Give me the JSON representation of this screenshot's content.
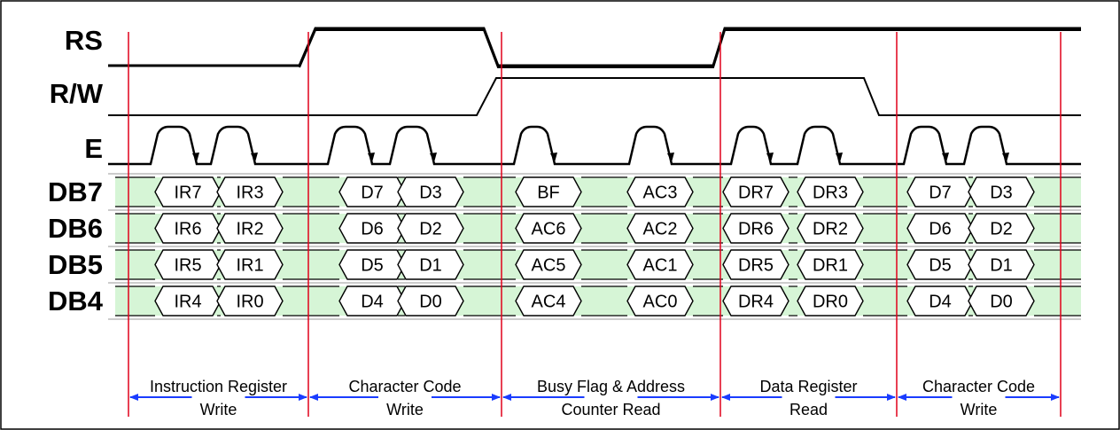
{
  "signals": [
    {
      "id": "rs",
      "label": "RS"
    },
    {
      "id": "rw",
      "label": "R/W"
    },
    {
      "id": "e",
      "label": "E"
    }
  ],
  "data_lines": [
    {
      "id": "db7",
      "label": "DB7",
      "values": [
        "IR7",
        "IR3",
        "D7",
        "D3",
        "BF",
        "AC3",
        "DR7",
        "DR3",
        "D7",
        "D3"
      ]
    },
    {
      "id": "db6",
      "label": "DB6",
      "values": [
        "IR6",
        "IR2",
        "D6",
        "D2",
        "AC6",
        "AC2",
        "DR6",
        "DR2",
        "D6",
        "D2"
      ]
    },
    {
      "id": "db5",
      "label": "DB5",
      "values": [
        "IR5",
        "IR1",
        "D5",
        "D1",
        "AC5",
        "AC1",
        "DR5",
        "DR1",
        "D5",
        "D1"
      ]
    },
    {
      "id": "db4",
      "label": "DB4",
      "values": [
        "IR4",
        "IR0",
        "D4",
        "D0",
        "AC4",
        "AC0",
        "DR4",
        "DR0",
        "D4",
        "D0"
      ]
    }
  ],
  "phases": [
    {
      "line1": "Instruction Register",
      "line2": "Write"
    },
    {
      "line1": "Character Code",
      "line2": "Write"
    },
    {
      "line1": "Busy Flag & Address",
      "line2": "Counter Read"
    },
    {
      "line1": "Data Register",
      "line2": "Read"
    },
    {
      "line1": "Character Code",
      "line2": "Write"
    }
  ],
  "colors": {
    "bus_fill": "#d6f5d6",
    "marker": "#e0001a",
    "arrow": "#1a3cff",
    "signal": "#000000"
  }
}
